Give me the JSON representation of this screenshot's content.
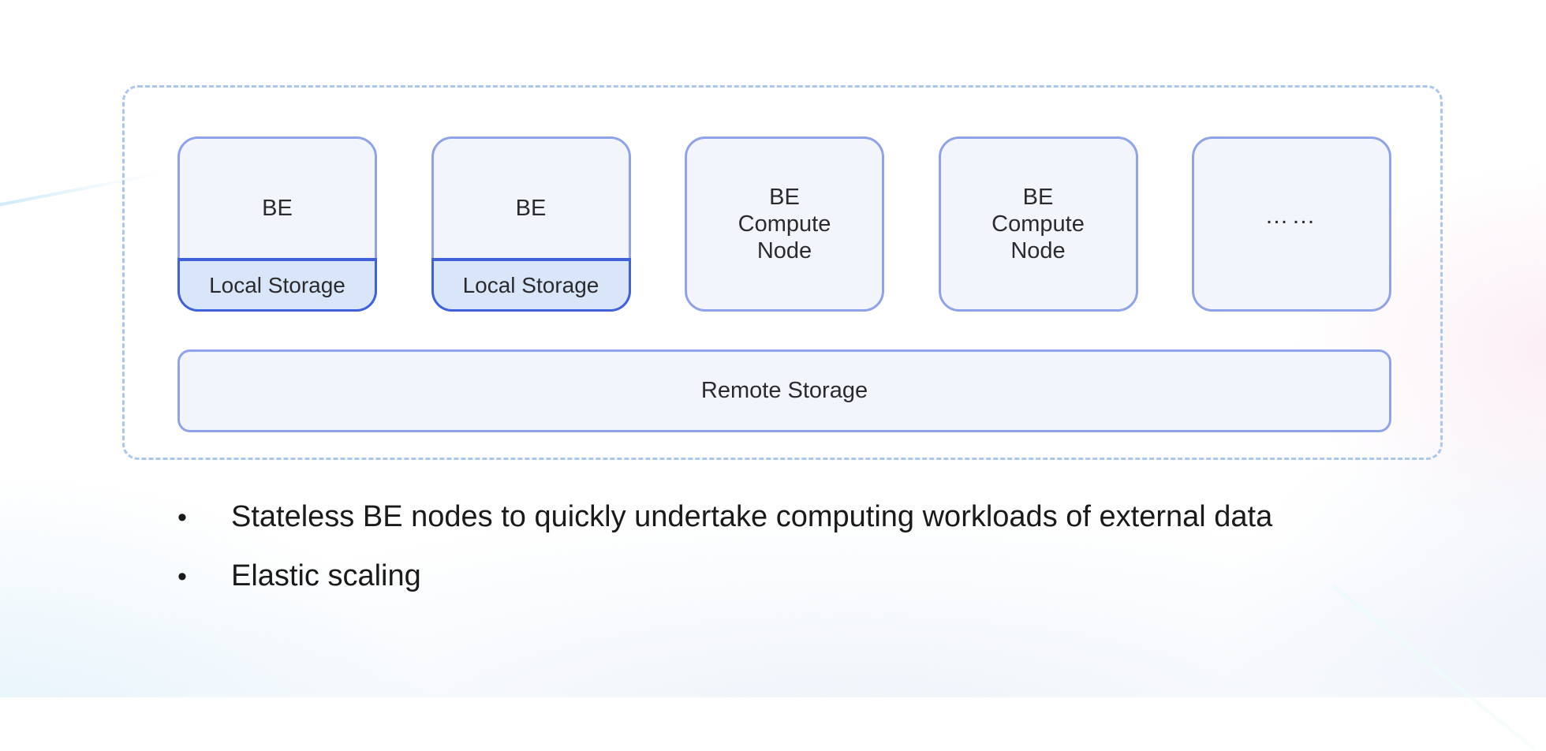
{
  "colors": {
    "node_border": "#8fa3eb",
    "node_fill": "#f2f6fc",
    "strip_border": "#3f62dc",
    "strip_fill": "#d9e6fa",
    "cluster_border": "#aac8ef",
    "label_text": "#2b2b2e",
    "bullet_text": "#1a1a1a"
  },
  "cluster": {
    "nodes": [
      {
        "title": "BE",
        "storage": "Local Storage"
      },
      {
        "title": "BE",
        "storage": "Local Storage"
      },
      {
        "lines": [
          "BE",
          "Compute",
          "Node"
        ]
      },
      {
        "lines": [
          "BE",
          "Compute",
          "Node"
        ]
      },
      {
        "label": "……"
      }
    ],
    "remote_storage": "Remote Storage"
  },
  "bullets": [
    {
      "marker": "•",
      "text": "Stateless BE nodes to quickly undertake computing workloads of external data"
    },
    {
      "marker": "•",
      "text": "Elastic scaling"
    }
  ]
}
